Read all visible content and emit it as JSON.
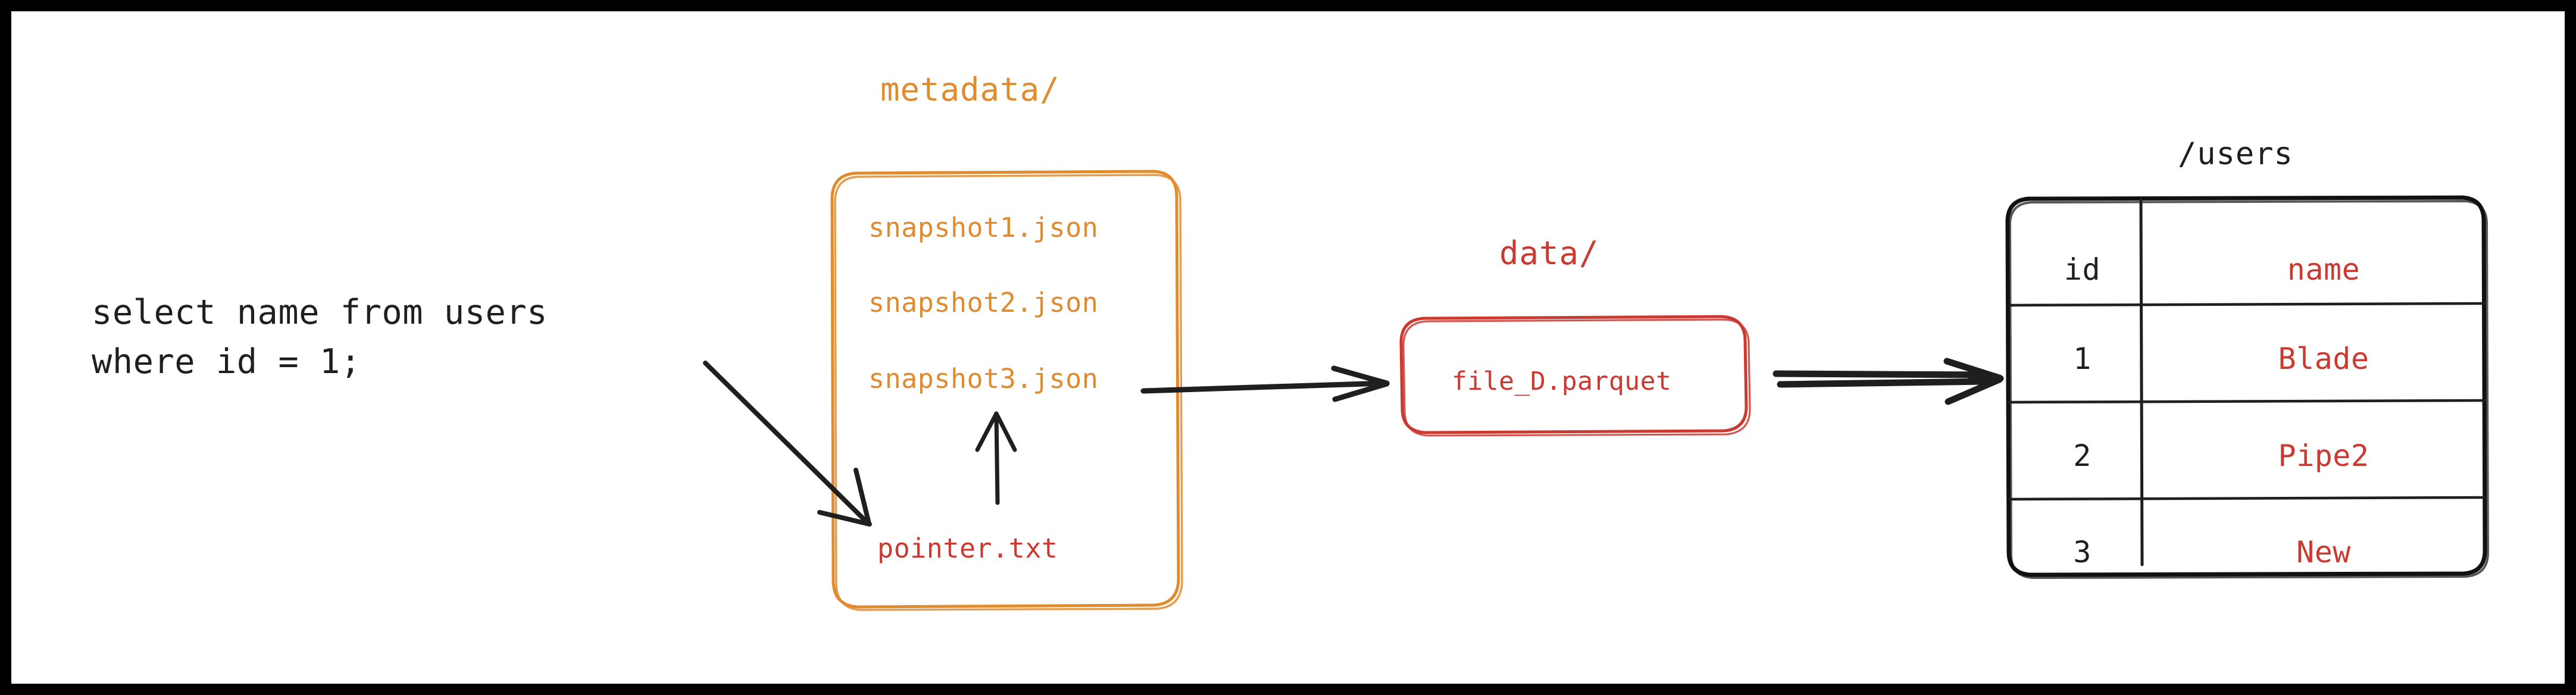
{
  "frame": {
    "border_color": "#000000",
    "canvas_color": "#ffffff"
  },
  "colors": {
    "orange": "#E08B2E",
    "red": "#CB3A31",
    "black": "#1f1f1f"
  },
  "query": {
    "line1": "select name from users",
    "line2": "where id = 1;"
  },
  "metadata": {
    "label": "metadata/",
    "files": [
      {
        "name": "snapshot1.json",
        "color": "orange"
      },
      {
        "name": "snapshot2.json",
        "color": "orange"
      },
      {
        "name": "snapshot3.json",
        "color": "orange"
      },
      {
        "name": "pointer.txt",
        "color": "red"
      }
    ]
  },
  "data_dir": {
    "label": "data/",
    "file": "file_D.parquet"
  },
  "users_table": {
    "label": "/users",
    "columns": [
      "id",
      "name"
    ],
    "rows": [
      {
        "id": "1",
        "name": "Blade"
      },
      {
        "id": "2",
        "name": "Pipe2"
      },
      {
        "id": "3",
        "name": "New"
      }
    ]
  },
  "arrows": [
    {
      "name": "query-to-pointer",
      "from": "select name from users",
      "to": "pointer.txt",
      "style": "thin-diagonal"
    },
    {
      "name": "pointer-to-snapshot3",
      "from": "pointer.txt",
      "to": "snapshot3.json",
      "style": "thin-vertical"
    },
    {
      "name": "snapshot3-to-parquet",
      "from": "snapshot3.json",
      "to": "file_D.parquet",
      "style": "thin-horizontal"
    },
    {
      "name": "parquet-to-users",
      "from": "file_D.parquet",
      "to": "/users",
      "style": "thick-horizontal"
    }
  ]
}
